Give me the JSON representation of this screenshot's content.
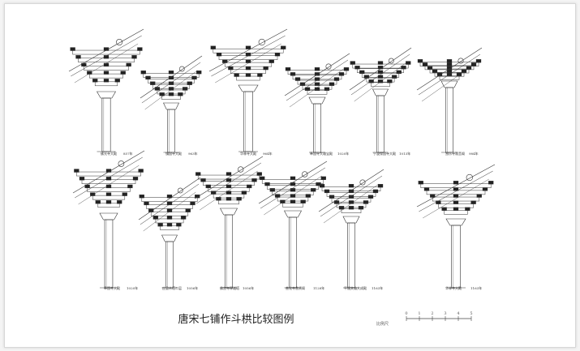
{
  "title": "唐宋七铺作斗栱比较图例",
  "scale": {
    "label": "比例尺",
    "ticks": [
      "0",
      "1",
      "2",
      "3",
      "4",
      "5"
    ]
  },
  "examples": [
    {
      "caption": "佛光寺大殿",
      "year": "857年"
    },
    {
      "caption": "镇国寺大殿",
      "year": "963年"
    },
    {
      "caption": "华林寺大殿",
      "year": "964年"
    },
    {
      "caption": "奉国寺大雄宝殿",
      "year": "1020年"
    },
    {
      "caption": "宁波保国寺大殿",
      "year": "1013年"
    },
    {
      "caption": "独乐寺观音阁",
      "year": "984年"
    },
    {
      "caption": "奉国寺大殿",
      "year": "1020年"
    },
    {
      "caption": "应县木塔二层",
      "year": "1056年"
    },
    {
      "caption": "佛宫寺释迦塔",
      "year": "1056年"
    },
    {
      "caption": "善化寺普贤阁",
      "year": "1128年"
    },
    {
      "caption": "平遥文庙大成殿",
      "year": "1163年"
    },
    {
      "caption": "华林寺大殿",
      "year": "1163年"
    }
  ]
}
